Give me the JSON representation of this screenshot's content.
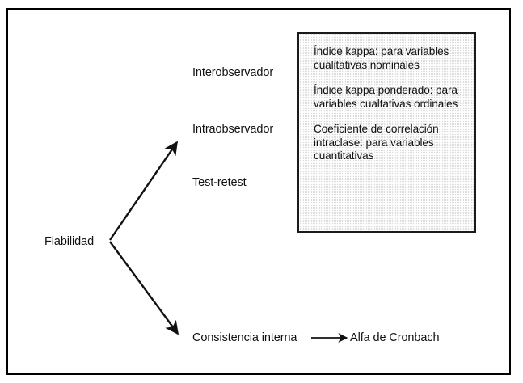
{
  "figure": {
    "root_label": "Fiabilidad",
    "branches": [
      {
        "name": "interobservador",
        "label": "Interobservador"
      },
      {
        "name": "intraobservador",
        "label": "Intraobservador"
      },
      {
        "name": "test-retest",
        "label": "Test-retest"
      },
      {
        "name": "consistencia-interna",
        "label": "Consistencia interna"
      }
    ],
    "consistencia_target": "Alfa de Cronbach",
    "detail_box": {
      "paragraphs": [
        "Índice kappa: para variables cualitativas nominales",
        "Índice kappa ponderado: para variables cualtativas ordinales",
        "Coeficiente de correlación intraclase: para variables cuantitativas"
      ]
    },
    "colors": {
      "stroke": "#000000",
      "text": "#111111",
      "box_fill": "#dddddd",
      "box_border": "#1a1a1a",
      "page_background": "#ffffff"
    }
  }
}
